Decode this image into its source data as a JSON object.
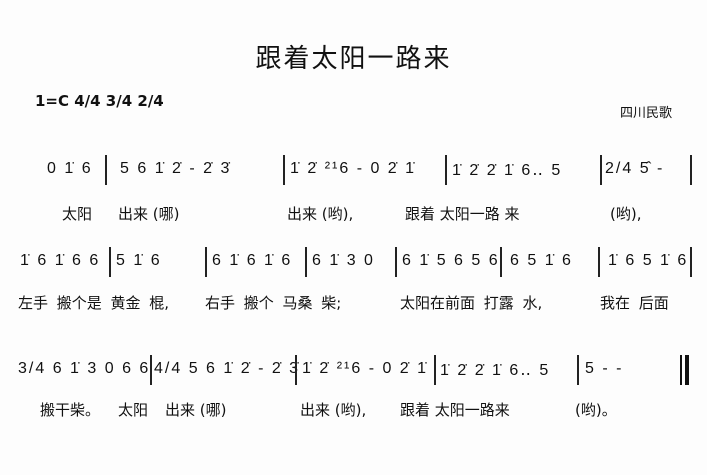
{
  "title": "跟着太阳一路来",
  "key": "1=C  4/4 3/4 2/4",
  "origin": "四川民歌",
  "lines": [
    {
      "measures": [
        "0 1̇ 6",
        "5 6 1̇  2̇  -  2̇ 3̇",
        "1̇ 2̇ ²¹6 - 0 2̇ 1̇",
        "1̇ 2̇  2̇ 1̇  6‥  5",
        "2/4 5̂  -"
      ],
      "lyrics": [
        "太阳",
        "出来 (哪)",
        "出来 (哟),",
        "跟着 太阳一路 来",
        "(哟),"
      ]
    },
    {
      "measures": [
        "1̇ 6  1̇ 6 6",
        "5 1̇  6",
        "6 1̇ 6  1̇ 6",
        "6 1̇  3 0",
        "6 1̇ 5 6 5 6",
        "6 5 1̇ 6",
        "1̇ 6  5 1̇ 6"
      ],
      "lyrics": [
        "左手 搬个是 黄金 棍,",
        "右手 搬个 马桑 柴;",
        "太阳在前面 打露 水,",
        "我在 后面"
      ]
    },
    {
      "measures": [
        "3/4 6 1̇ 3  0 6 6",
        "4/4 5 6 1̇ 2̇ - 2̇ 3̇",
        "1̇ 2̇ ²¹6 - 0 2̇ 1̇",
        "1̇ 2̇ 2̇ 1̇ 6‥ 5",
        "5  -  -"
      ],
      "lyrics": [
        "搬干柴。",
        "太阳",
        "出来 (哪)",
        "出来 (哟),",
        "跟着  太阳一路来",
        "(哟)。"
      ]
    }
  ]
}
